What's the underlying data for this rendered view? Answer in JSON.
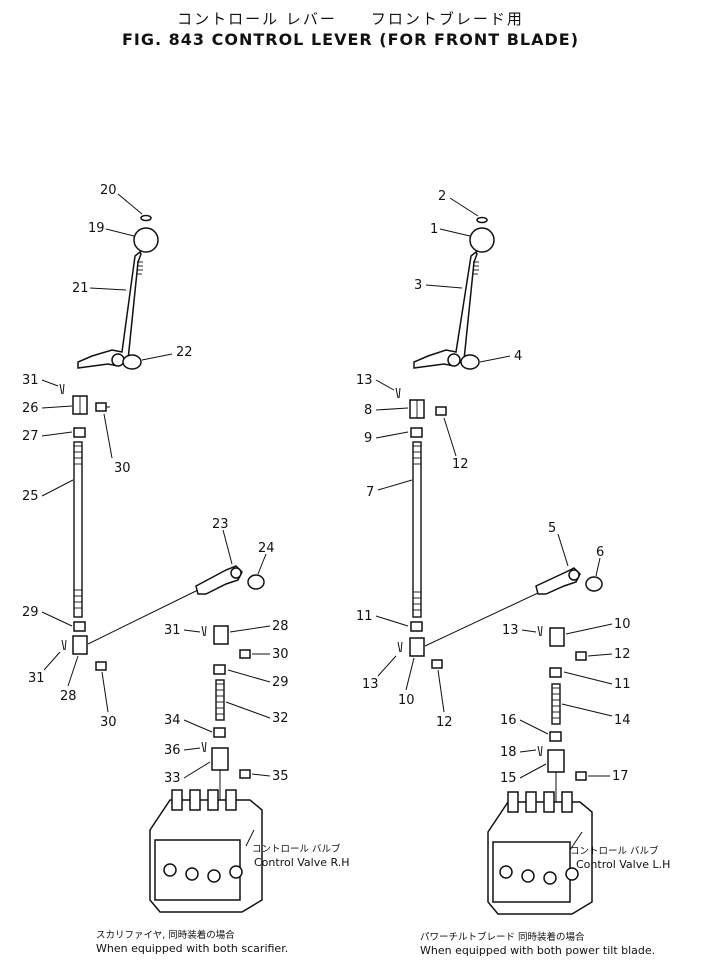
{
  "title": {
    "jp": "コントロール レバー　　フロントブレード用",
    "en": "FIG. 843  CONTROL LEVER (FOR FRONT BLADE)"
  },
  "callouts_left": [
    "20",
    "19",
    "21",
    "22",
    "31",
    "26",
    "27",
    "30",
    "25",
    "29",
    "31",
    "28",
    "30",
    "23",
    "24",
    "31",
    "28",
    "30",
    "29",
    "32",
    "34",
    "36",
    "33",
    "35"
  ],
  "callouts_right": [
    "2",
    "1",
    "3",
    "4",
    "13",
    "8",
    "9",
    "12",
    "7",
    "11",
    "13",
    "10",
    "12",
    "5",
    "6",
    "13",
    "10",
    "12",
    "11",
    "14",
    "16",
    "18",
    "15",
    "17"
  ],
  "valve_rh": {
    "jp": "コントロール バルブ",
    "en": "Control Valve R.H"
  },
  "valve_lh": {
    "jp": "コントロール バルブ",
    "en": "Control Valve L.H"
  },
  "caption_left": {
    "jp": "スカリファイヤ, 同時装着の場合",
    "en": "When equipped with both scarifier."
  },
  "caption_right": {
    "jp": "パワーチルトブレード 同時装着の場合",
    "en": "When equipped with both power tilt blade."
  }
}
